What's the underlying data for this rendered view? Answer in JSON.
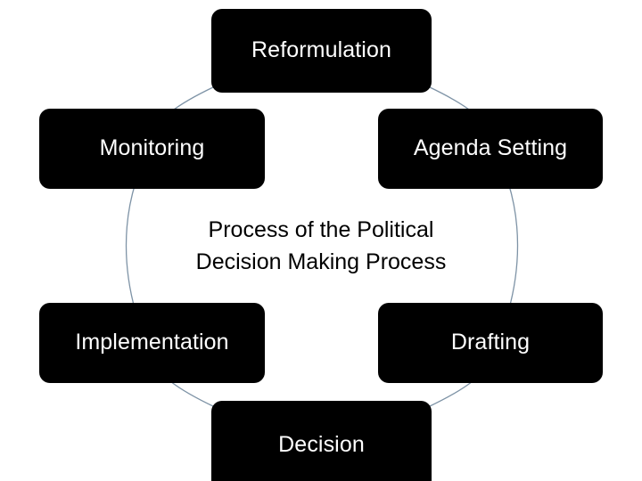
{
  "diagram": {
    "type": "cycle",
    "center_text": {
      "line1": "Process of the Political",
      "line2": "Decision Making Process"
    },
    "colors": {
      "node_fill": "#000000",
      "node_text": "#ffffff",
      "center_text": "#000000",
      "ring_stroke": "#7e93a6",
      "background": "#ffffff"
    },
    "nodes": [
      {
        "id": "reformulation",
        "label": "Reformulation",
        "position": "top"
      },
      {
        "id": "monitoring",
        "label": "Monitoring",
        "position": "upper-left"
      },
      {
        "id": "agenda-setting",
        "label": "Agenda Setting",
        "position": "upper-right"
      },
      {
        "id": "implementation",
        "label": "Implementation",
        "position": "lower-left"
      },
      {
        "id": "drafting",
        "label": "Drafting",
        "position": "lower-right"
      },
      {
        "id": "decision",
        "label": "Decision",
        "position": "bottom"
      }
    ]
  }
}
